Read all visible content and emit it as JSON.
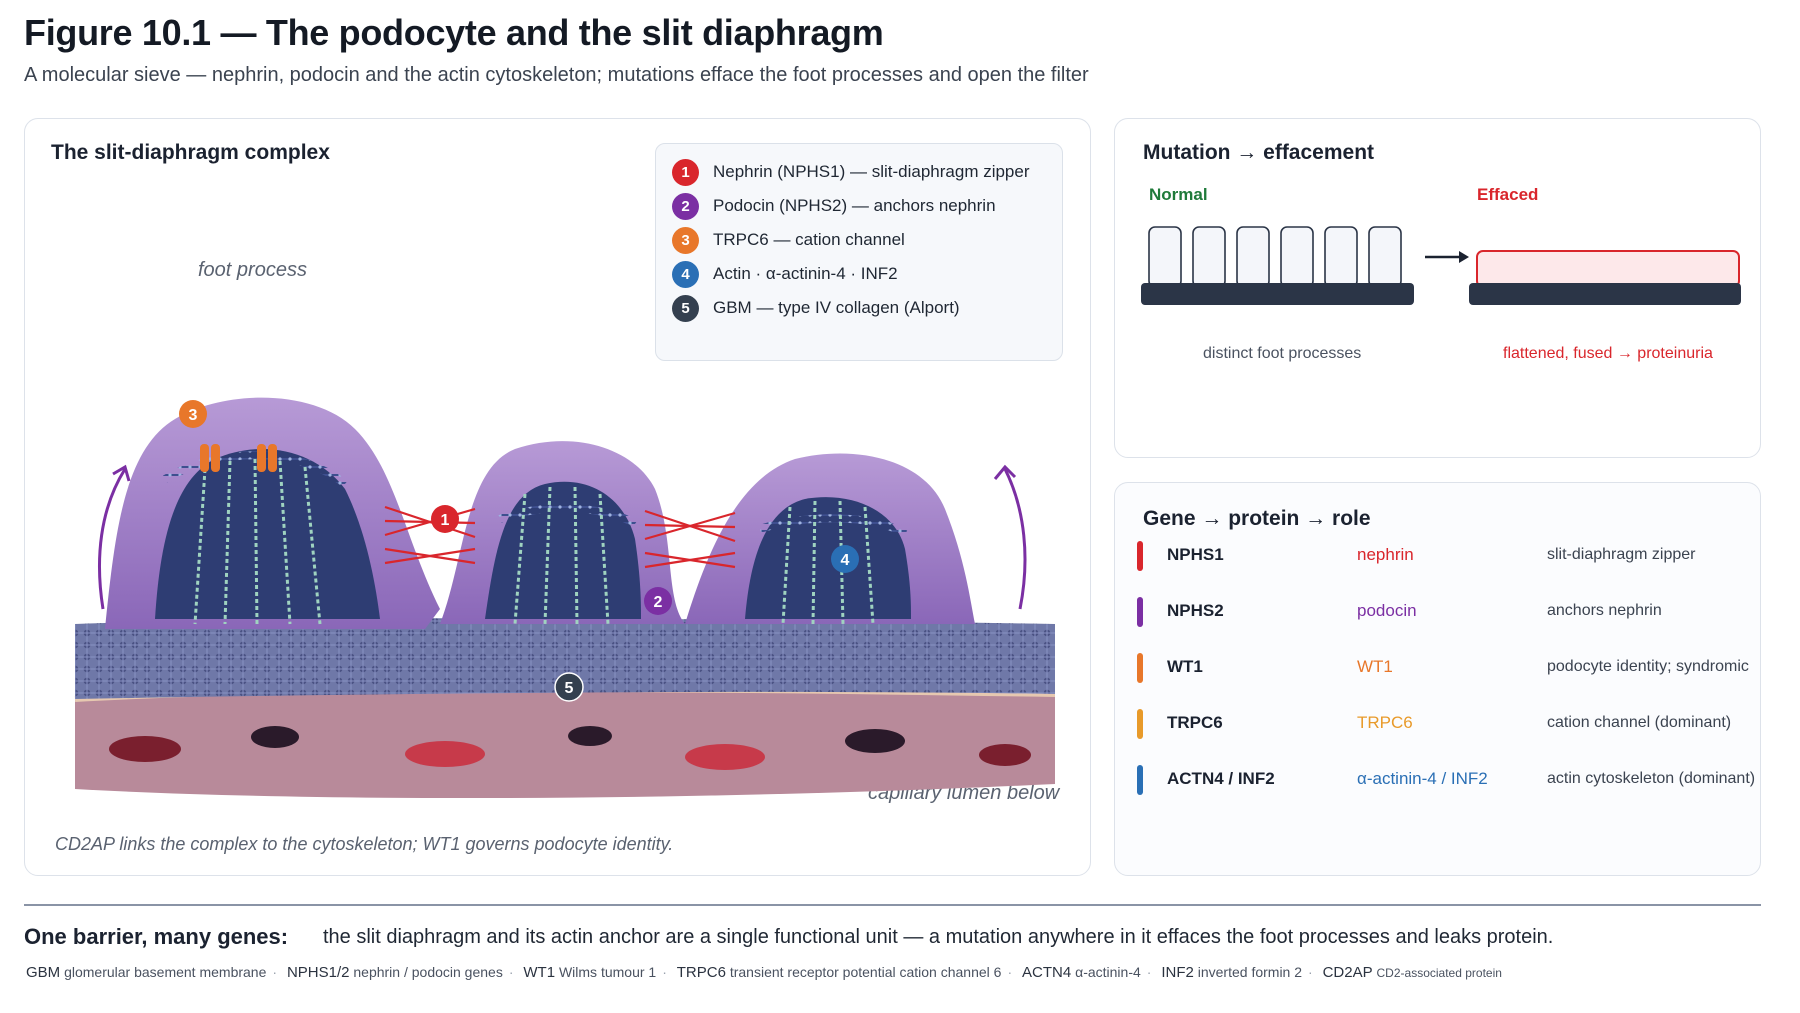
{
  "figure": {
    "title": "Figure 10.1 — The podocyte and the slit diaphragm",
    "subtitle": "A molecular sieve — nephrin, podocin and the actin cytoskeleton; mutations efface the foot processes and open the filter"
  },
  "main_panel": {
    "heading": "The slit-diaphragm complex",
    "legend": [
      {
        "num": "1",
        "text": "Nephrin (NPHS1) — slit-diaphragm zipper",
        "color": "#d9262c"
      },
      {
        "num": "2",
        "text": "Podocin (NPHS2) — anchors nephrin",
        "color": "#7b2fa3"
      },
      {
        "num": "3",
        "text": "TRPC6 — cation channel",
        "color": "#e8772a"
      },
      {
        "num": "4",
        "text": "Actin · α-actinin-4 · INF2",
        "color": "#2a6fb5"
      },
      {
        "num": "5",
        "text": "GBM — type IV collagen (Alport)",
        "color": "#34404f"
      }
    ],
    "illustration": {
      "label_foot_process": "foot process",
      "label_lumen": "capillary lumen below",
      "markers": [
        "1",
        "2",
        "3",
        "4",
        "5"
      ]
    },
    "note": "CD2AP links the complex to the cytoskeleton; WT1 governs podocyte identity."
  },
  "mutation_panel": {
    "heading": "Mutation → effacement",
    "normal": {
      "label": "Normal",
      "caption": "distinct foot processes",
      "color": "#1f7a3a"
    },
    "effaced": {
      "label": "Effaced",
      "caption": "flattened, fused → proteinuria",
      "color": "#d9262c"
    }
  },
  "gene_panel": {
    "heading": "Gene → protein → role",
    "rows": [
      {
        "gene": "NPHS1",
        "protein": "nephrin",
        "role": "slit-diaphragm zipper",
        "color": "#d9262c"
      },
      {
        "gene": "NPHS2",
        "protein": "podocin",
        "role": "anchors nephrin",
        "color": "#7b2fa3"
      },
      {
        "gene": "WT1",
        "protein": "WT1",
        "role": "podocyte identity; syndromic",
        "color": "#e8772a"
      },
      {
        "gene": "TRPC6",
        "protein": "TRPC6",
        "role": "cation channel (dominant)",
        "color": "#e89a2a"
      },
      {
        "gene": "ACTN4 / INF2",
        "protein": "α-actinin-4 / INF2",
        "role": "actin cytoskeleton (dominant)",
        "color": "#2a6fb5"
      }
    ]
  },
  "footer": {
    "lead": "One barrier, many genes:",
    "text": "the slit diaphragm and its actin anchor are a single functional unit — a mutation anywhere in it effaces the foot processes and leaks protein.",
    "glossary": [
      {
        "term": "GBM",
        "def": "glomerular basement membrane"
      },
      {
        "term": "NPHS1/2",
        "def": "nephrin / podocin genes"
      },
      {
        "term": "WT1",
        "def": "Wilms tumour 1"
      },
      {
        "term": "TRPC6",
        "def": "transient receptor potential cation channel 6"
      },
      {
        "term": "ACTN4",
        "def": "α-actinin-4"
      },
      {
        "term": "INF2",
        "def": "inverted formin 2"
      },
      {
        "term": "CD2AP",
        "def": "CD2-associated protein"
      }
    ]
  }
}
